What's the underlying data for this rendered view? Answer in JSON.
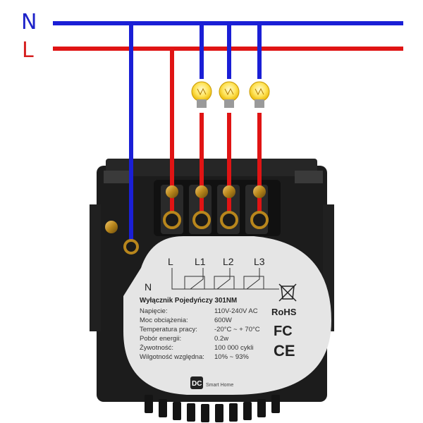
{
  "rails": {
    "neutral_label": "N",
    "live_label": "L",
    "neutral_color": "#1a1fd6",
    "live_color": "#e01414"
  },
  "switch": {
    "terminal_labels": {
      "n": "N",
      "l": "L",
      "l1": "L1",
      "l2": "L2",
      "l3": "L3"
    },
    "title": "Wyłącznik Pojedyńczy 301NM",
    "specs": [
      {
        "key": "Napięcie:",
        "value": "110V-240V AC"
      },
      {
        "key": "Moc obciążenia:",
        "value": "600W"
      },
      {
        "key": "Temperatura pracy:",
        "value": "-20°C ~ + 70°C"
      },
      {
        "key": "Pobór energii:",
        "value": "0.2w"
      },
      {
        "key": "Żywotność:",
        "value": "100 000 cykli"
      },
      {
        "key": "Wilgotność względna:",
        "value": "10% ~ 93%"
      }
    ],
    "cert_rohs": "RoHS",
    "cert_fc": "FC",
    "cert_ce": "CE",
    "brand_logo": "DC",
    "brand_name": "Smart Home"
  },
  "icons": [
    "light-bulb-icon",
    "weee-bin-icon",
    "fc-mark-icon",
    "ce-mark-icon"
  ]
}
